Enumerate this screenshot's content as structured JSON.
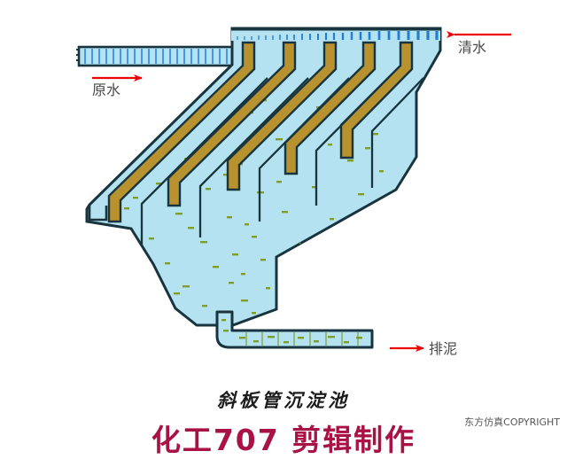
{
  "figure": {
    "title": "斜板管沉淀池",
    "credit": "化工707 剪辑制作",
    "copyright": "东方仿真COPYRIGHT"
  },
  "labels": {
    "raw_water": "原水",
    "clear_water": "清水",
    "sludge": "排泥"
  },
  "colors": {
    "water_fill": "#b5e2f0",
    "wall_outline": "#17343f",
    "plate_fill": "#b8922f",
    "plate_outline": "#17343f",
    "weir_tick": "#1f7fd6",
    "particle": "#7d9e2e",
    "arrow": "#ee0000",
    "credit_red": "#a81244",
    "label_gray": "#4a4a4a",
    "background": "#ffffff"
  },
  "components": {
    "inlet_pipe": "raw-water-inlet-pipe",
    "outlet_weir": "clear-water-collection-weir",
    "settling_plates_count": 5,
    "sludge_pipe": "sludge-discharge-pipe",
    "hopper": "sludge-hopper",
    "baffles_count": 5
  }
}
